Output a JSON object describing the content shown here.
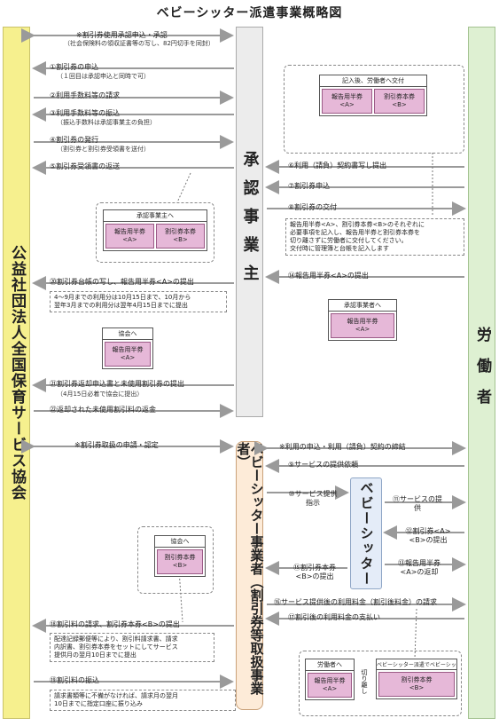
{
  "title": "ベビーシッター派遣事業概略図",
  "columns": {
    "association": "公益社団法人全国保育サービス協会",
    "employer": "承認事業主",
    "provider": "ベビーシッター事業者（割引券等取扱事業者）",
    "worker": "労働者",
    "sitter": "ベビーシッター"
  },
  "left_flows": [
    {
      "label": "※割引券使用承認申込・承認",
      "sub": "（社会保険料の領収証書等の写し、82円切手を同封）"
    },
    {
      "label": "①割引券の申込",
      "sub": "（１回目は承認申込と同時で可）"
    },
    {
      "label": "②利用手数料等の請求",
      "sub": ""
    },
    {
      "label": "③利用手数料等の振込",
      "sub": "（振込手数料は承認事業主の負担）"
    },
    {
      "label": "④割引券の発行",
      "sub": "（割引券と割引券受領書を送付）"
    },
    {
      "label": "⑤割引券受領書の返送",
      "sub": ""
    },
    {
      "label": "⑳割引券台帳の写し、報告用半券<A>の提出",
      "sub": ""
    },
    {
      "label": "㉑割引券返却申込書と未使用割引券の提出",
      "sub": "（4月15日必着で協会に提出）"
    },
    {
      "label": "㉒返却された未使用割引料の返金",
      "sub": ""
    },
    {
      "label": "※割引券取扱の申請・認定",
      "sub": ""
    },
    {
      "label": "⑱割引料の請求、割引券本券<B>の提出",
      "sub": ""
    },
    {
      "label": "⑲割引料の振込",
      "sub": ""
    }
  ],
  "right_flows": [
    {
      "label": "⑥利用（請負）契約書写し提出"
    },
    {
      "label": "⑦割引券申込"
    },
    {
      "label": "⑧割引券の交付"
    },
    {
      "label": "⑭報告用半券<A>の提出"
    },
    {
      "label": "※利用の申込・利用（請負）契約の締結"
    },
    {
      "label": "⑨サービスの提供依頼"
    },
    {
      "label": "⑯サービス提供後の利用料金（割引後料金）の請求"
    },
    {
      "label": "⑰割引後の利用料金の支払い"
    }
  ],
  "sitter_flows": {
    "f10": "⑩サービス提供指示",
    "f11": "⑪サービスの提供",
    "f12": "⑫割引券<A><B>の提出",
    "f13": "⑬報告用半券<A>の返却",
    "f15": "⑮割引券本券<B>の提出"
  },
  "notes": {
    "n20": [
      "4～9月までの利用分は10月15日まで、10月から",
      "翌年3月までの利用分は翌年4月15日までに提出"
    ],
    "n8": [
      "報告用半券<A>、割引券本券<B>のそれぞれに",
      "必要事項を記入し、報告用半券と割引券本券を",
      "切り離さずに労働者に交付してください。",
      "交付時に管理簿と台帳を記入します"
    ],
    "n18": [
      "配達記録郵便等により、割引料請求書、請求",
      "内訳書、割引券本券をセットにしてサービス",
      "提供月の翌月10日までに提出"
    ],
    "n19": [
      "請求書類等に不備がなければ、請求月の翌月",
      "10日までに指定口座に振り込み"
    ]
  },
  "doc_groups": {
    "g_worker_fill": {
      "head": "記入後、労働者へ交付",
      "tickets": [
        [
          "報告用半券",
          "<A>"
        ],
        [
          "割引券本券",
          "<B>"
        ]
      ]
    },
    "g_employer": {
      "head": "承認事業主へ",
      "tickets": [
        [
          "報告用半券",
          "<A>"
        ],
        [
          "割引券本券",
          "<B>"
        ]
      ]
    },
    "g_to_employer2": {
      "head": "承認事業者へ",
      "tickets": [
        [
          "報告用半券",
          "<A>"
        ]
      ]
    },
    "g_assoc1": {
      "head": "協会へ",
      "tickets": [
        [
          "報告用半券",
          "<A>"
        ]
      ]
    },
    "g_assoc2": {
      "head": "協会へ",
      "tickets": [
        [
          "割引券本券",
          "<B>"
        ]
      ]
    },
    "g_worker": {
      "head": "労働者へ",
      "tickets": [
        [
          "報告用半券",
          "<A>"
        ]
      ]
    },
    "g_sitter_co": {
      "head": "ベビーシッター派遣でベビーシッター事業者へ",
      "tickets": [
        [
          "割引券本券",
          "<B>"
        ]
      ]
    }
  },
  "cut_label": "切り離し",
  "colors": {
    "association": "#f6f08e",
    "employer": "#ececec",
    "provider": "#fdebd8",
    "worker": "#def0d2",
    "ticket": "#e6b8d8",
    "arrow": "#9a9a9a"
  }
}
